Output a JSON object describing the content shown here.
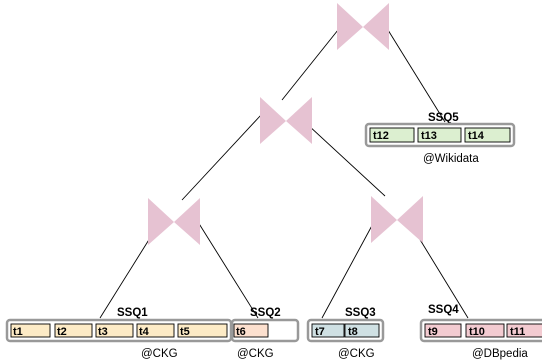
{
  "colors": {
    "join_fill": "#e6c2d2",
    "box_border": "#999999",
    "line": "#000000"
  },
  "icons": {
    "join": "bowtie-join-icon"
  },
  "groups": [
    {
      "name": "SSQ1",
      "source": "@CKG",
      "fill": "#fdebc6",
      "triples": [
        "t1",
        "t2",
        "t3",
        "t4",
        "t5"
      ]
    },
    {
      "name": "SSQ2",
      "source": "@CKG",
      "fill": "#fce0cf",
      "triples": [
        "t6"
      ]
    },
    {
      "name": "SSQ3",
      "source": "@CKG",
      "fill": "#cfe0e3",
      "triples": [
        "t7",
        "t8"
      ]
    },
    {
      "name": "SSQ4",
      "source": "@DBpedia",
      "fill": "#f3cbd1",
      "triples": [
        "t9",
        "t10",
        "t11"
      ]
    },
    {
      "name": "SSQ5",
      "source": "@Wikidata",
      "fill": "#dcefd0",
      "triples": [
        "t12",
        "t13",
        "t14"
      ]
    }
  ]
}
